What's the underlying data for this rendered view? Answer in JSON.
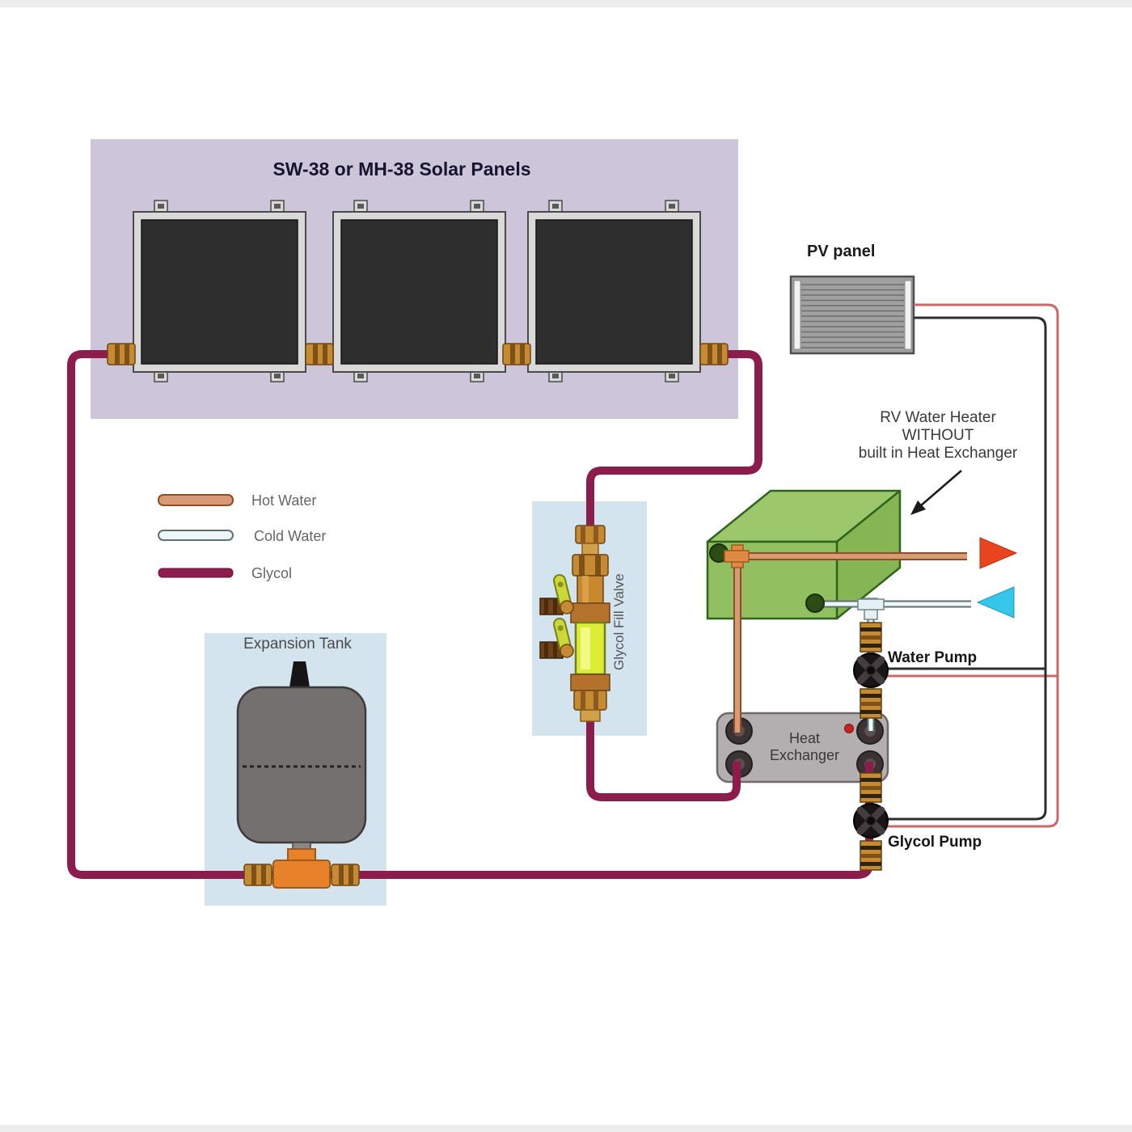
{
  "diagram": {
    "title": "SW-38 or MH-38 Solar Panels",
    "pv_panel_label": "PV panel",
    "rv_heater_note": {
      "line1": "RV Water Heater",
      "line2": "WITHOUT",
      "line3": "built in Heat Exchanger"
    },
    "legend": {
      "items": [
        {
          "label": "Hot Water",
          "color": "#d89a74"
        },
        {
          "label": "Cold Water",
          "color": "#eef6f7"
        },
        {
          "label": "Glycol",
          "color": "#8e1d4f"
        }
      ]
    },
    "labels": {
      "glycol_fill_valve": "Glycol Fill Valve",
      "expansion_tank": "Expansion Tank",
      "water_pump": "Water Pump",
      "glycol_pump": "Glycol Pump",
      "heat_exchanger_line1": "Heat",
      "heat_exchanger_line2": "Exchanger"
    },
    "colors": {
      "hot_water_pipe": "#d89a74",
      "cold_water_pipe": "#eef6f7",
      "glycol_pipe": "#8e1d4f",
      "wire_positive": "#c96a6a",
      "wire_negative": "#2e2e2e",
      "solar_area_bg": "#cdc6db",
      "component_bg": "#d3e4ef",
      "heater_green": "#92bf60",
      "hot_out_arrow": "#e8441f",
      "cold_in_arrow": "#35c6ea"
    }
  }
}
